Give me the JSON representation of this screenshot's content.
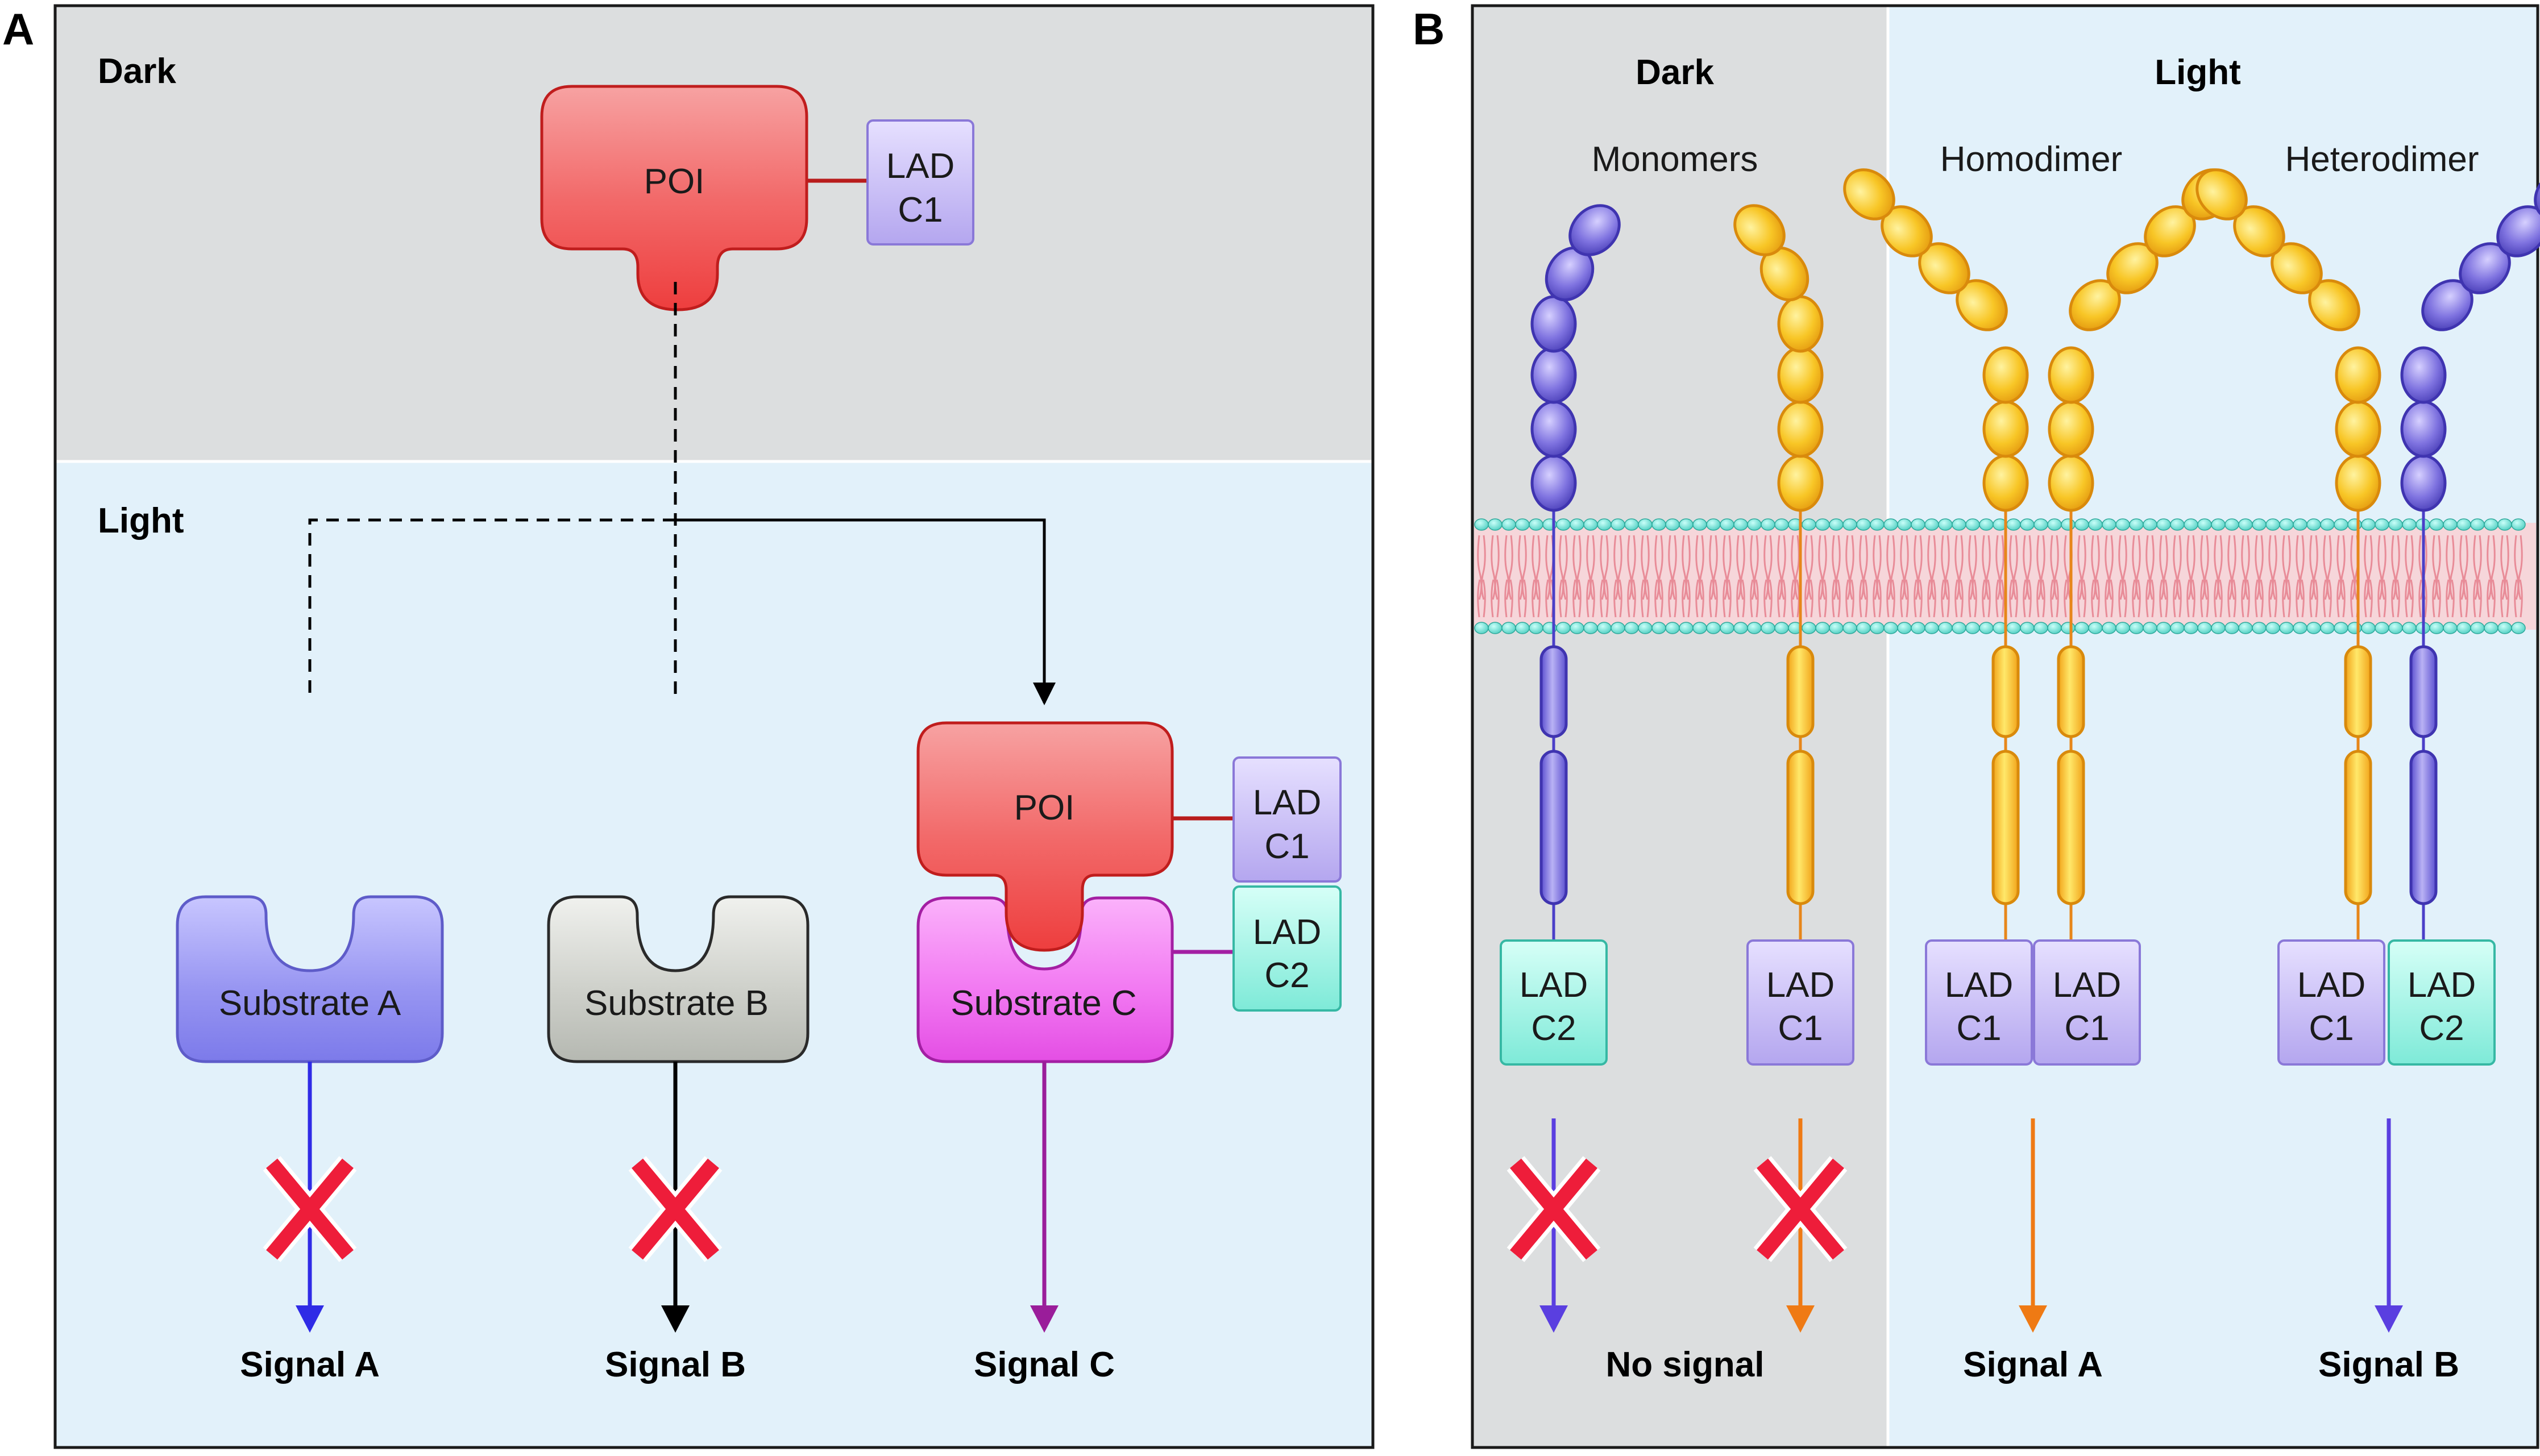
{
  "panel_a": {
    "letter": "A",
    "dark_label": "Dark",
    "light_label": "Light",
    "poi_label": "POI",
    "lad_c1": [
      "LAD",
      "C1"
    ],
    "lad_c2": [
      "LAD",
      "C2"
    ],
    "substrates": [
      "Substrate A",
      "Substrate B",
      "Substrate C"
    ],
    "signals": [
      "Signal A",
      "Signal B",
      "Signal C"
    ]
  },
  "panel_b": {
    "letter": "B",
    "dark_label": "Dark",
    "light_label": "Light",
    "state_labels": [
      "Monomers",
      "Homodimer",
      "Heterodimer"
    ],
    "lad_c1": [
      "LAD",
      "C1"
    ],
    "lad_c2": [
      "LAD",
      "C2"
    ],
    "outcomes": [
      "No signal",
      "Signal A",
      "Signal B"
    ]
  },
  "colors": {
    "dark_bg": "#dcdedf",
    "light_bg": "#e2f1fa",
    "poi_red": "#f26a6a",
    "lad_c1_purple": "#c4b8f2",
    "lad_c2_teal": "#8ef0e0",
    "substrate_a_blue": "#8b89ee",
    "substrate_b_gray": "#c7c9c3",
    "substrate_c_magenta": "#f070f0",
    "x_red": "#ee1d3a",
    "receptor_purple": "#6a5bd8",
    "receptor_orange": "#f7c21c",
    "membrane_head_teal": "#6fe1d6",
    "membrane_tail_pink": "#f2b4bc"
  }
}
